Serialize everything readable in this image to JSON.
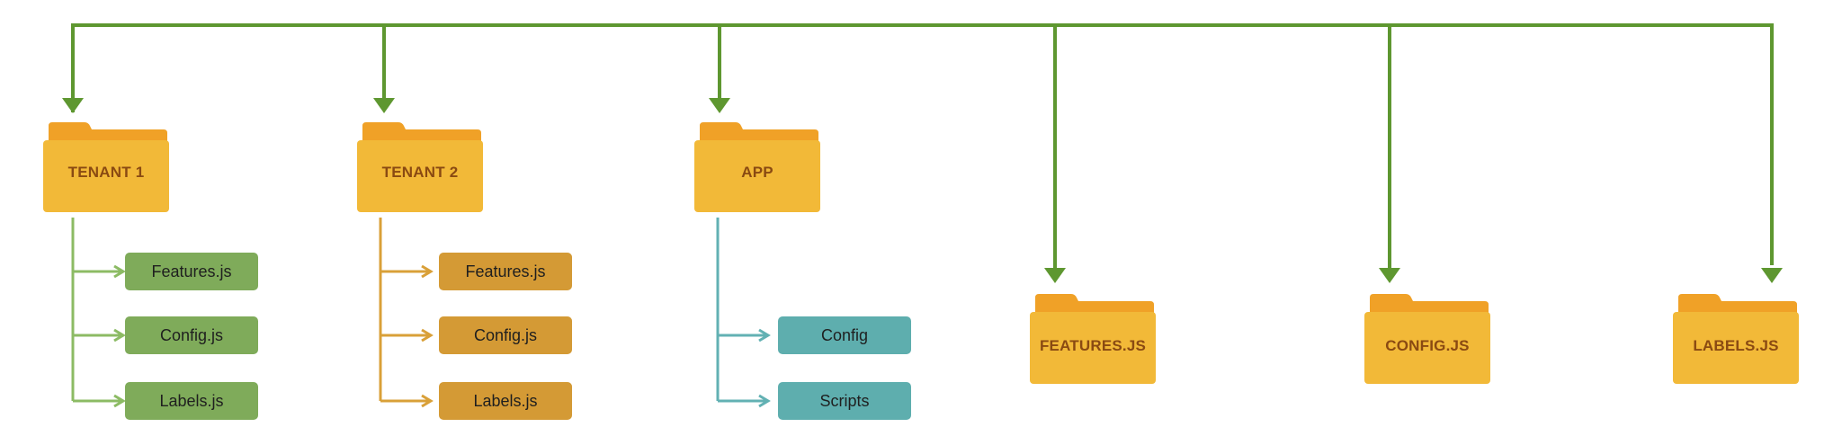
{
  "colors": {
    "main_connector": "#5e9730",
    "tenant1_tree": "#8cbb64",
    "tenant2_tree": "#d9a038",
    "app_tree": "#62b1b3",
    "folder_body": "#f2b938",
    "folder_tab": "#f0a127",
    "folder_label": "#8a4a12"
  },
  "folders": {
    "tenant1": {
      "label": "TENANT 1"
    },
    "tenant2": {
      "label": "TENANT 2"
    },
    "app": {
      "label": "APP"
    },
    "features_js": {
      "label": "FEATURES.JS"
    },
    "config_js": {
      "label": "CONFIG.JS"
    },
    "labels_js": {
      "label": "LABELS.JS"
    }
  },
  "tenant1_files": [
    "Features.js",
    "Config.js",
    "Labels.js"
  ],
  "tenant2_files": [
    "Features.js",
    "Config.js",
    "Labels.js"
  ],
  "app_files": [
    "Config",
    "Scripts"
  ]
}
